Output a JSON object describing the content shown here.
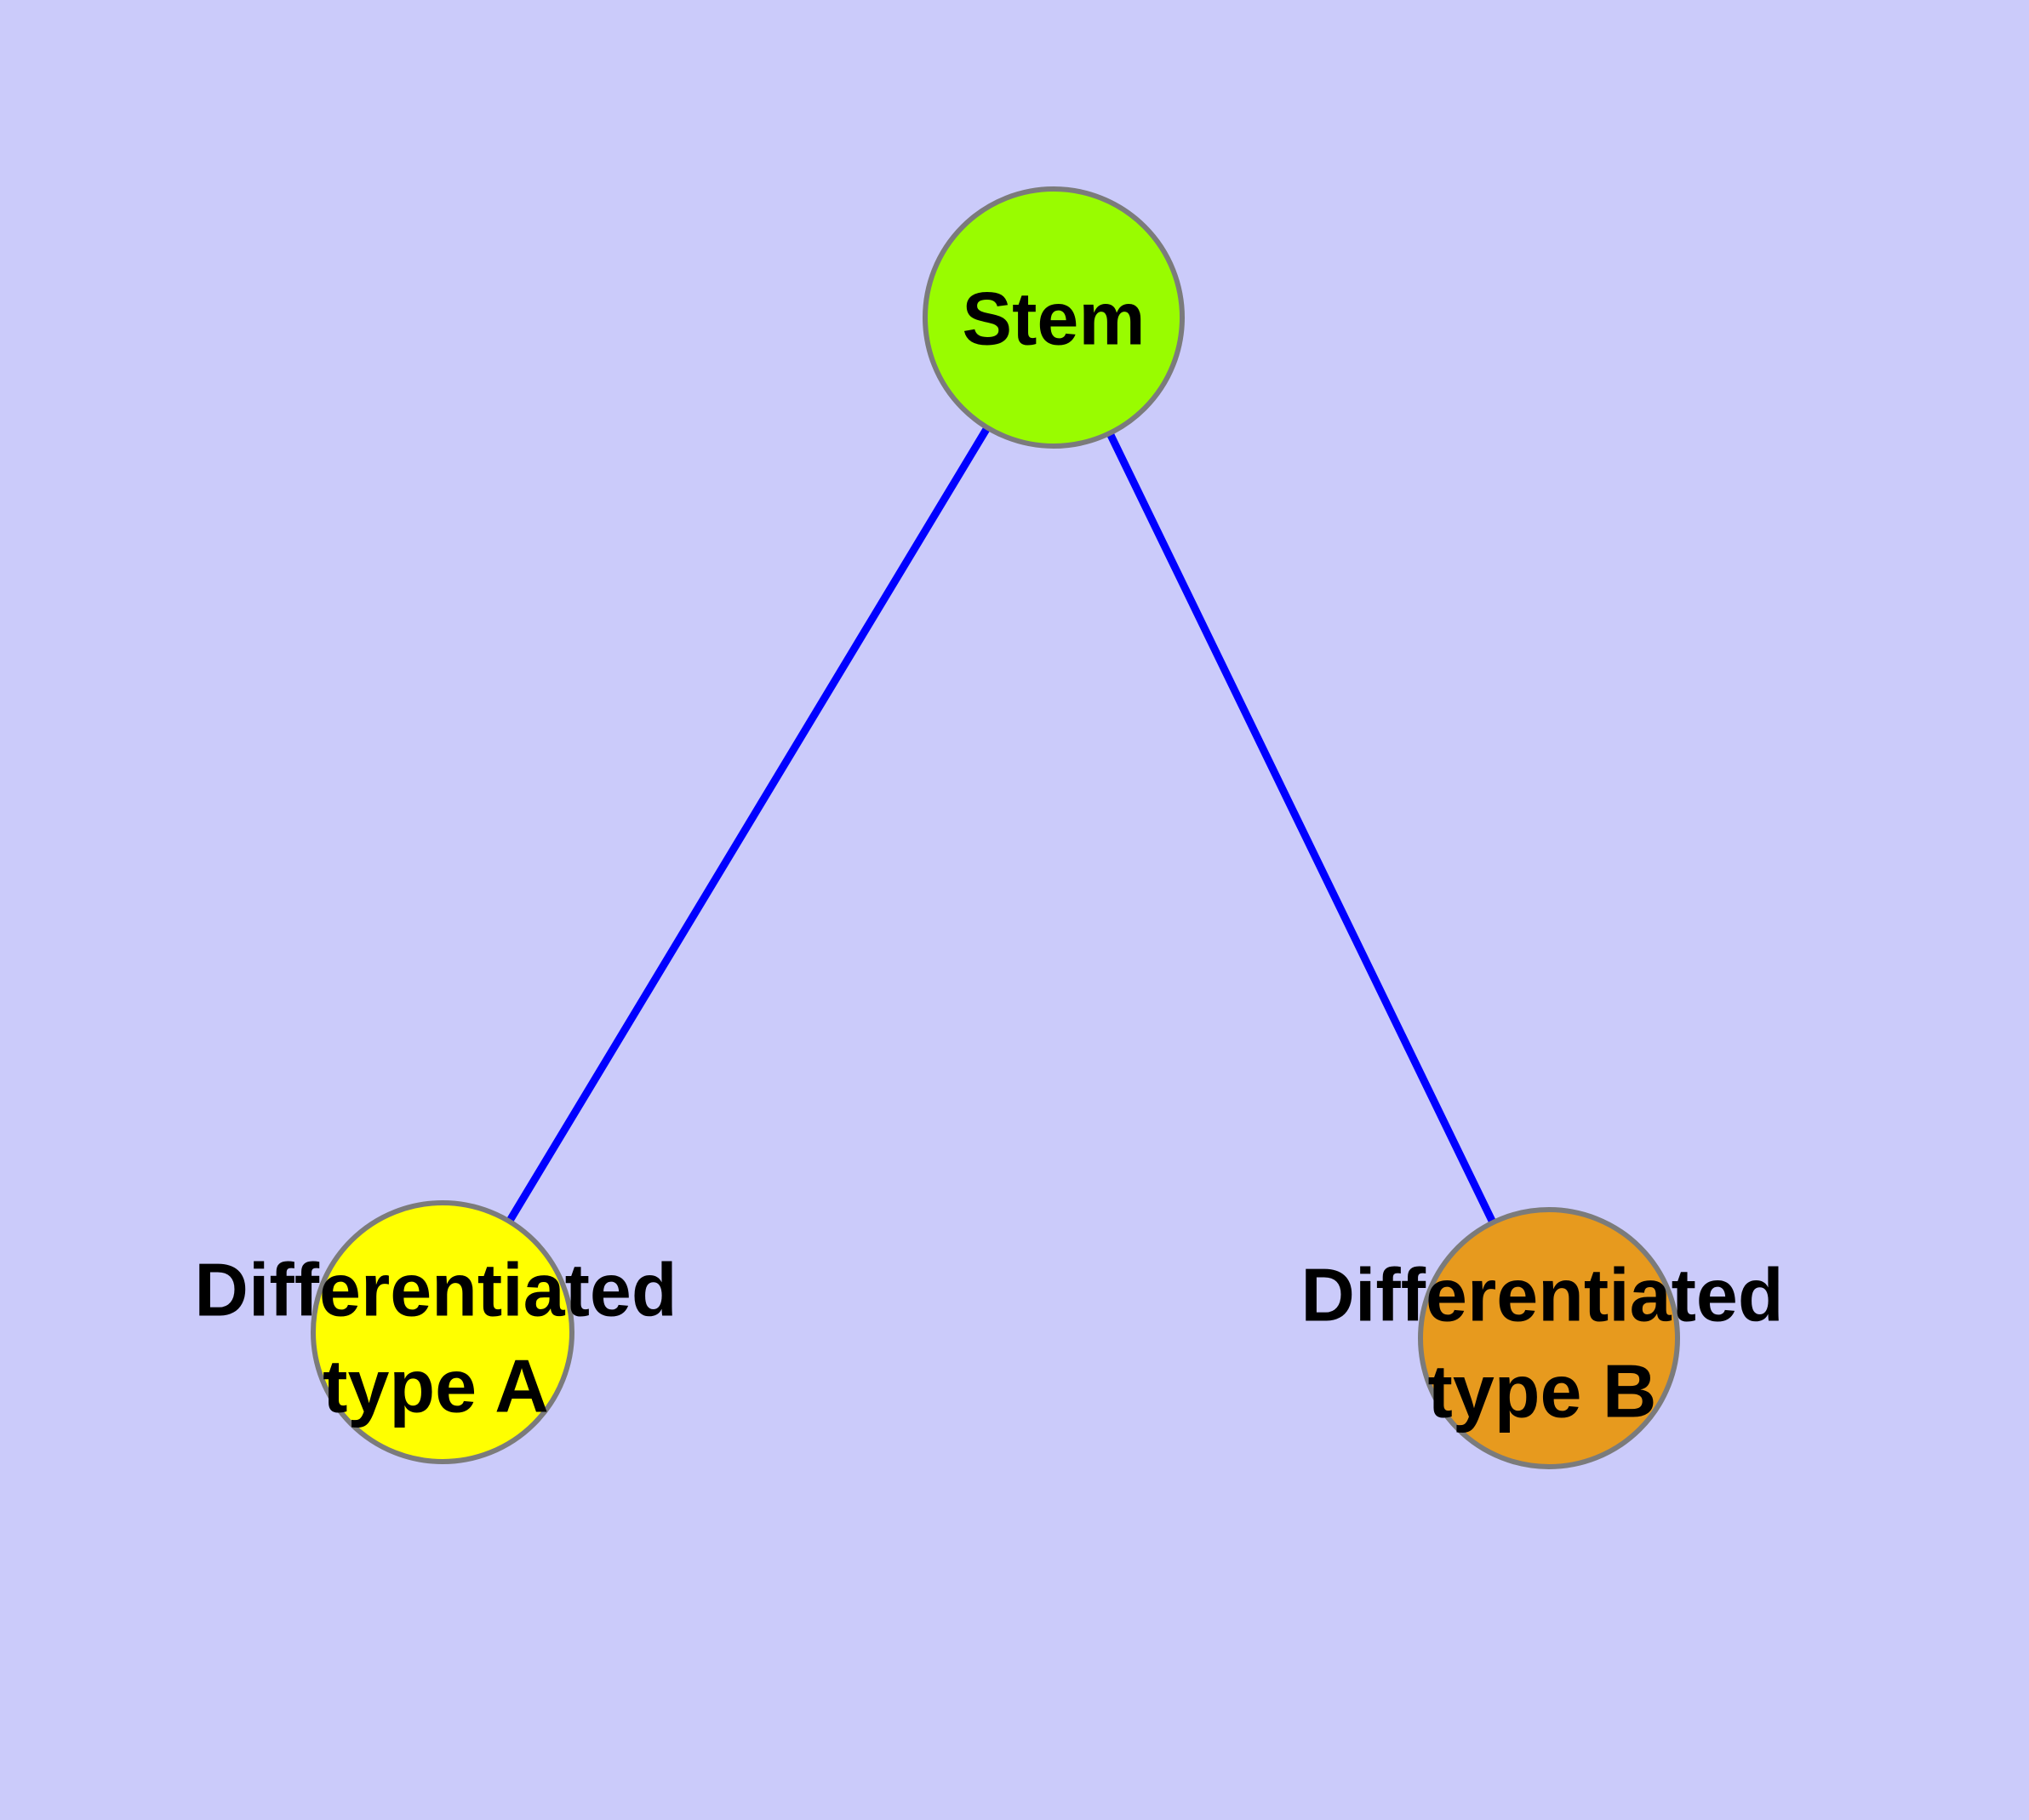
{
  "diagram": {
    "type": "graph",
    "background_color": "#CBCBFA",
    "edge_color": "#0000FF",
    "node_border_color": "#7B7B7B",
    "label_color": "#000000",
    "nodes": [
      {
        "id": "stem",
        "label": "Stem",
        "color": "#99FC00"
      },
      {
        "id": "differentiated-type-a",
        "label": "Differentiated\ntype A",
        "color": "#FFFF00"
      },
      {
        "id": "differentiated-type-b",
        "label": "Differentiated\ntype B",
        "color": "#E79A1E"
      }
    ],
    "edges": [
      {
        "from": "Stem",
        "to": "Differentiated type A"
      },
      {
        "from": "Stem",
        "to": "Differentiated type B"
      }
    ]
  }
}
